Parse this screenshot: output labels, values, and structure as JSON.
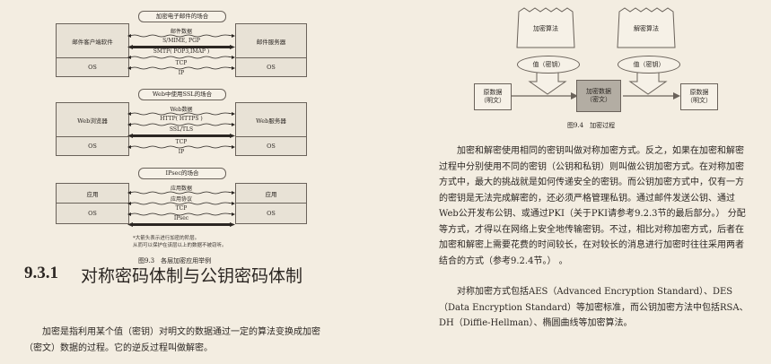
{
  "fig93": {
    "group1": {
      "title": "加密电子邮件的场合",
      "left_top": "邮件客户端软件",
      "right_top": "邮件服务器",
      "left_bottom": "OS",
      "right_bottom": "OS",
      "lanes": [
        "邮件数据",
        "S/MIME, PGP",
        "SMTP( POP3,IMAP )",
        "TCP",
        "IP"
      ]
    },
    "group2": {
      "title": "Web中使用SSL的场合",
      "left_top": "Web浏览器",
      "right_top": "Web服务器",
      "left_bottom": "OS",
      "right_bottom": "OS",
      "lanes": [
        "Web数据",
        "HTTP( HTTPS )",
        "SSL/TLS",
        "TCP",
        "IP"
      ]
    },
    "group3": {
      "title": "IPsec的场合",
      "left_top": "应用",
      "right_top": "应用",
      "left_bottom": "OS",
      "right_bottom": "OS",
      "lanes": [
        "应用数据",
        "应用协议",
        "TCP",
        "IPsec"
      ]
    },
    "note_line1": "*大箭头表示进行加密的阶层。",
    "note_line2": "从而可以保护在该层以上的数据不被窃听。",
    "caption": "图9.3　各层加密应用举例"
  },
  "section": {
    "number": "9.3.1",
    "title": "对称密码体制与公钥密码体制"
  },
  "left_paragraph": "加密是指利用某个值（密钥）对明文的数据通过一定的算法变换成加密（密文）数据的过程。它的逆反过程叫做解密。",
  "fig94": {
    "encrypt_algo": "加密算法",
    "decrypt_algo": "解密算法",
    "key1": "值（密钥）",
    "key2": "值（密钥）",
    "plain_left_1": "原数据",
    "plain_left_2": "（明文）",
    "cipher_1": "加密数据",
    "cipher_2": "（密文）",
    "plain_right_1": "原数据",
    "plain_right_2": "（明文）",
    "caption": "图9.4　加密过程"
  },
  "right_paragraph1": "加密和解密使用相同的密钥叫做对称加密方式。反之，如果在加密和解密过程中分别使用不同的密钥（公钥和私钥）则叫做公钥加密方式。在对称加密方式中，最大的挑战就是如何传递安全的密钥。而公钥加密方式中，仅有一方的密钥是无法完成解密的，还必须严格管理私钥。通过邮件发送公钥、通过Web公开发布公钥、或通过PKI（关于PKI请参考9.2.3节的最后部分。） 分配等方式，才得以在网络上安全地传输密钥。不过，相比对称加密方式，后者在加密和解密上需要花费的时间较长，在对较长的消息进行加密时往往采用两者结合的方式（参考9.2.4节。） 。",
  "right_paragraph2": "对称加密方式包括AES（Advanced Encryption Standard）、DES（Data Encryption Standard）等加密标准，而公钥加密方法中包括RSA、DH（Diffie-Hellman）、椭圆曲线等加密算法。"
}
